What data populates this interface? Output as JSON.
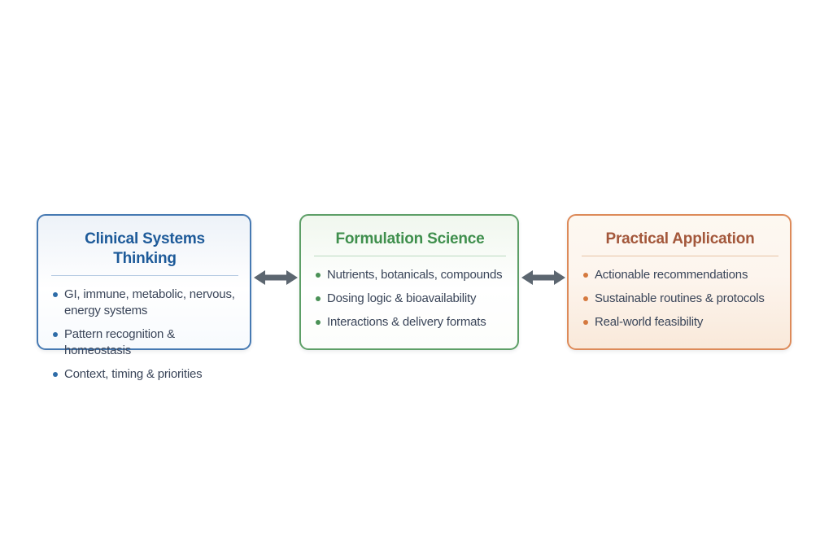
{
  "diagram": {
    "boxes": [
      {
        "id": "clinical-systems-thinking",
        "title": "Clinical Systems Thinking",
        "title_color": "#1d5a99",
        "border_color": "#4679b2",
        "bullets": [
          "GI, immune, metabolic, nervous, energy systems",
          "Pattern recognition & homeostasis",
          "Context, timing & priorities"
        ]
      },
      {
        "id": "formulation-science",
        "title": "Formulation Science",
        "title_color": "#3f8f4d",
        "border_color": "#5d9f67",
        "bullets": [
          "Nutrients, botanicals, compounds",
          "Dosing logic & bioavailability",
          "Interactions & delivery formats"
        ]
      },
      {
        "id": "practical-application",
        "title": "Practical Application",
        "title_color": "#a3573b",
        "border_color": "#dd8a59",
        "bullets": [
          "Actionable recommendations",
          "Sustainable routines & protocols",
          "Real-world feasibility"
        ]
      }
    ],
    "connectors": [
      {
        "icon": "double-headed-arrow-icon",
        "color": "#5c6670"
      },
      {
        "icon": "double-headed-arrow-icon",
        "color": "#5c6670"
      }
    ]
  }
}
